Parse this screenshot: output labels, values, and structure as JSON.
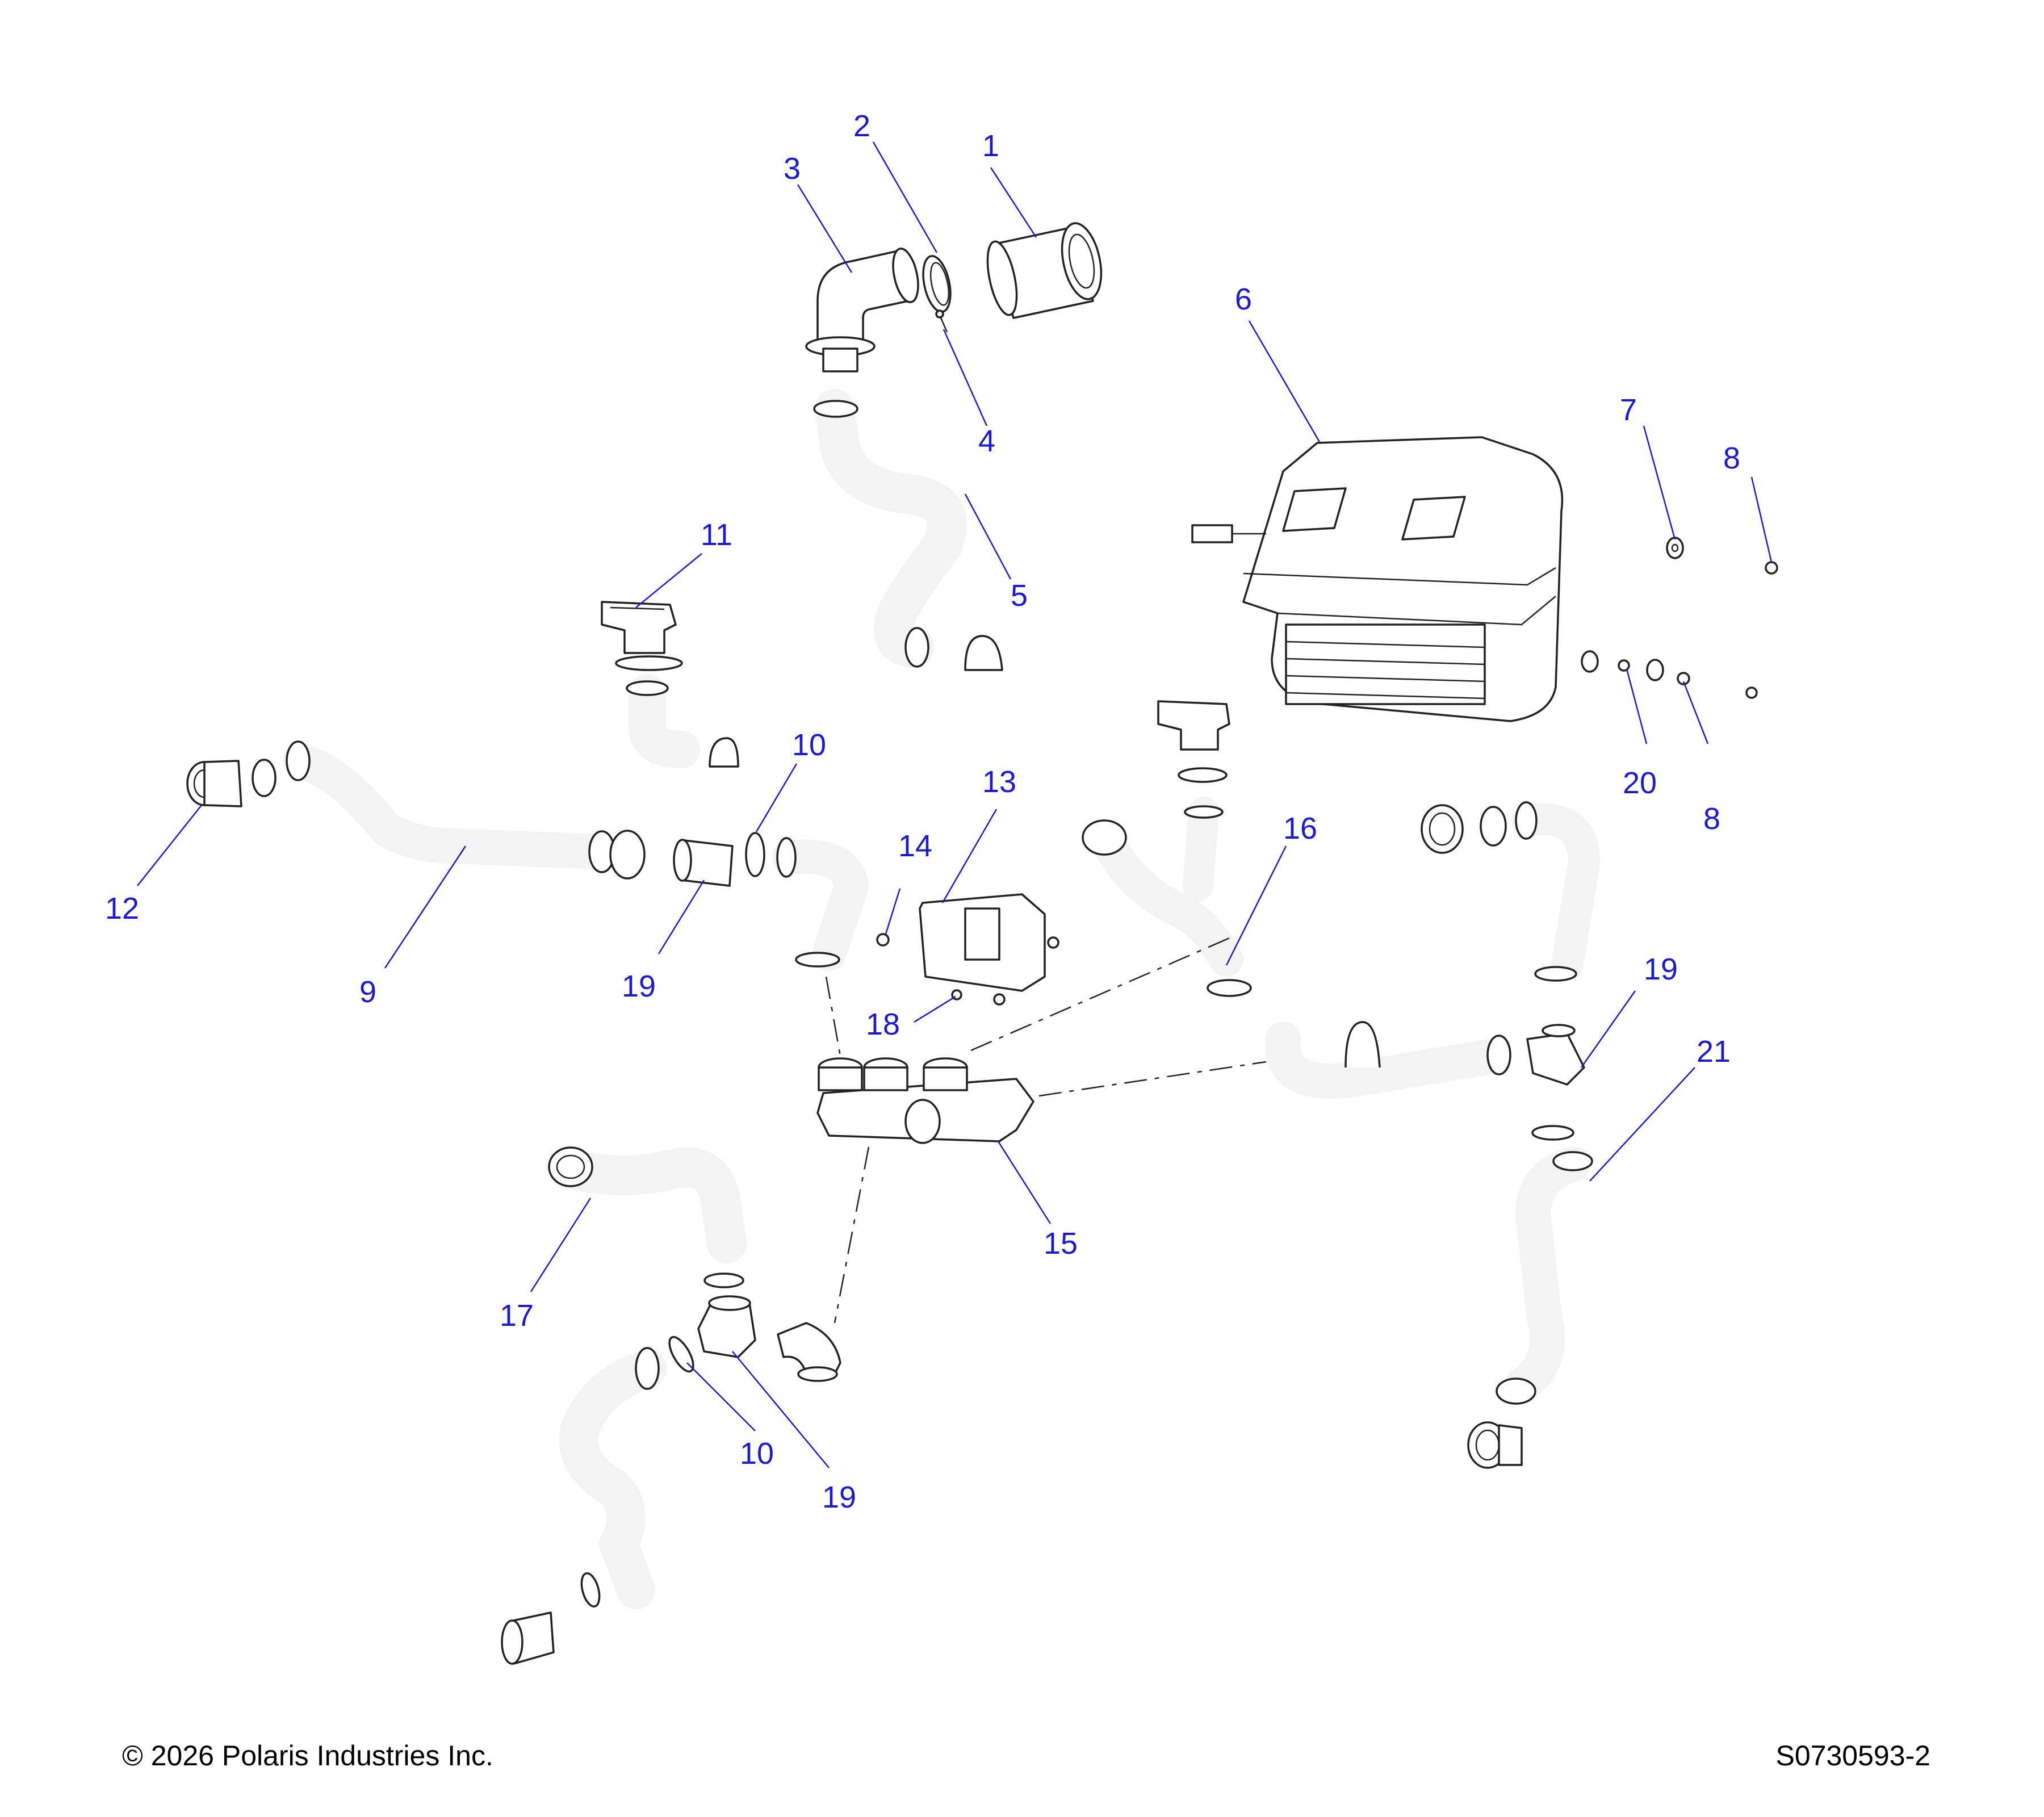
{
  "diagram": {
    "colors": {
      "callout_text": "#1a1ad2",
      "leader_line": "#1a1ad2",
      "part_outline": "#222222",
      "part_fill": "#ffffff",
      "background": "#ffffff"
    },
    "callouts": [
      {
        "id": "c1",
        "label": "1"
      },
      {
        "id": "c2",
        "label": "2"
      },
      {
        "id": "c3",
        "label": "3"
      },
      {
        "id": "c4",
        "label": "4"
      },
      {
        "id": "c5",
        "label": "5"
      },
      {
        "id": "c6",
        "label": "6"
      },
      {
        "id": "c7",
        "label": "7"
      },
      {
        "id": "c8a",
        "label": "8"
      },
      {
        "id": "c8b",
        "label": "8"
      },
      {
        "id": "c9",
        "label": "9"
      },
      {
        "id": "c10a",
        "label": "10"
      },
      {
        "id": "c10b",
        "label": "10"
      },
      {
        "id": "c11",
        "label": "11"
      },
      {
        "id": "c12",
        "label": "12"
      },
      {
        "id": "c13",
        "label": "13"
      },
      {
        "id": "c14",
        "label": "14"
      },
      {
        "id": "c15",
        "label": "15"
      },
      {
        "id": "c16",
        "label": "16"
      },
      {
        "id": "c17",
        "label": "17"
      },
      {
        "id": "c18",
        "label": "18"
      },
      {
        "id": "c19a",
        "label": "19"
      },
      {
        "id": "c19b",
        "label": "19"
      },
      {
        "id": "c19c",
        "label": "19"
      },
      {
        "id": "c20",
        "label": "20"
      },
      {
        "id": "c21",
        "label": "21"
      }
    ]
  },
  "footer": {
    "copyright": "© 2026 Polaris Industries Inc.",
    "drawing_number": "S0730593-2"
  }
}
